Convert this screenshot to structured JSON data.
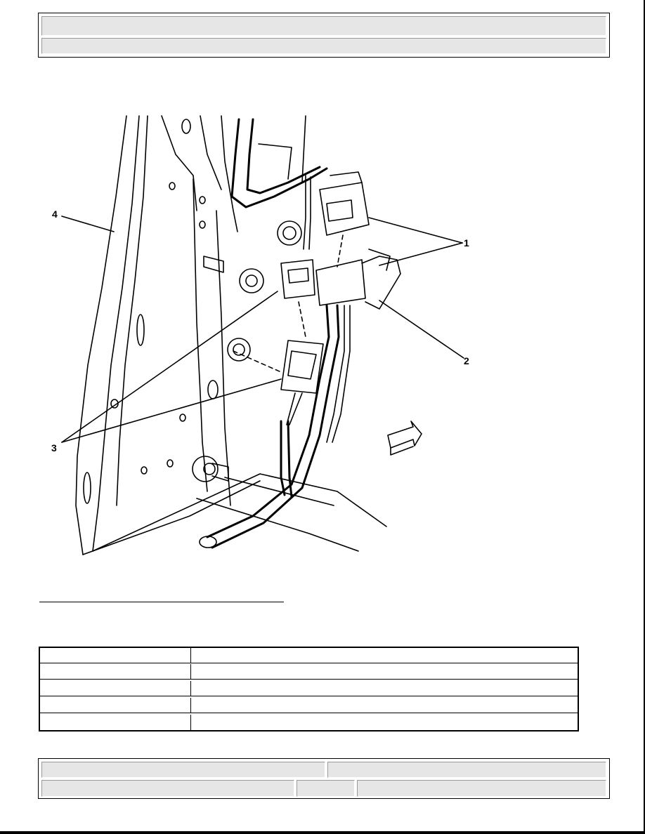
{
  "header": {
    "title": "",
    "subtitle": ""
  },
  "figure": {
    "callouts": [
      "1",
      "2",
      "3",
      "4"
    ]
  },
  "legend": {
    "rows": [
      {
        "num": "",
        "desc": ""
      },
      {
        "num": "",
        "desc": ""
      },
      {
        "num": "",
        "desc": ""
      },
      {
        "num": "",
        "desc": ""
      },
      {
        "num": "",
        "desc": ""
      }
    ]
  },
  "footer": {
    "left_top": "",
    "right_top": "",
    "left_bottom": "",
    "mid_bottom": "",
    "right_bottom": ""
  }
}
